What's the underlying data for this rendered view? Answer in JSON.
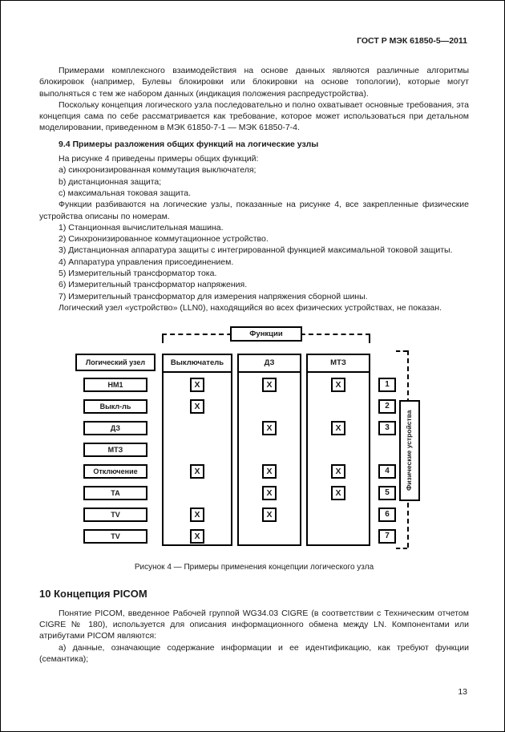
{
  "header": {
    "standard": "ГОСТ Р МЭК 61850-5—2011"
  },
  "paragraphs": {
    "p1": "Примерами комплексного взаимодействия на основе данных являются различные алгоритмы блокировок (например, Булевы блокировки или блокировки на основе топологии), которые могут выполняться с тем же набором данных (индикация положения распредустройства).",
    "p2": "Поскольку концепция логического узла последовательно и полно охватывает основные требования, эта концепция сама по себе рассматривается как требование, которое может использоваться при детальном моделировании, приведенном в МЭК 61850-7-1 — МЭК 61850-7-4.",
    "h94": "9.4 Примеры разложения общих функций на логические узлы",
    "p3": "На рисунке 4 приведены примеры общих функций:",
    "list_abc": [
      "a) синхронизированная коммутация выключателя;",
      "b) дистанционная защита;",
      "c) максимальная токовая защита."
    ],
    "p4": "Функции разбиваются на логические узлы, показанные на рисунке 4, все закрепленные физические устройства описаны по номерам.",
    "list_num": [
      "1) Станционная вычислительная машина.",
      "2) Синхронизированное коммутационное устройство.",
      "3) Дистанционная аппаратура защиты с интегрированной функцией максимальной токовой защиты.",
      "4) Аппаратура управления присоединением.",
      "5) Измерительный трансформатор тока.",
      "6) Измерительный трансформатор напряжения.",
      "7) Измерительный трансформатор для измерения напряжения сборной шины."
    ],
    "p5": "Логический узел «устройство» (LLN0), находящийся во всех физических устройствах, не показан."
  },
  "figure": {
    "functions_label": "Функции",
    "logical_node_header": "Логический узел",
    "columns": [
      "Выключатель",
      "ДЗ",
      "МТЗ"
    ],
    "physical_devices_label": "Физические устройства",
    "rows": [
      {
        "label": "НМ1",
        "marks": [
          "X",
          "X",
          "X"
        ],
        "device": "1"
      },
      {
        "label": "Выкл-ль",
        "marks": [
          "X",
          "",
          ""
        ],
        "device": "2"
      },
      {
        "label": "ДЗ",
        "marks": [
          "",
          "X",
          "X"
        ],
        "device": "3"
      },
      {
        "label": "МТЗ",
        "marks": [
          "",
          "",
          ""
        ],
        "device": ""
      },
      {
        "label": "Отключение",
        "marks": [
          "X",
          "X",
          "X"
        ],
        "device": "4"
      },
      {
        "label": "ТА",
        "marks": [
          "",
          "X",
          "X"
        ],
        "device": "5"
      },
      {
        "label": "TV",
        "marks": [
          "X",
          "X",
          ""
        ],
        "device": "6"
      },
      {
        "label": "TV",
        "marks": [
          "X",
          "",
          ""
        ],
        "device": "7"
      }
    ],
    "caption": "Рисунок 4 — Примеры применения концепции логического узла"
  },
  "section10": {
    "title": "10 Концепция PICOM",
    "p1": "Понятие PICOM, введенное Рабочей группой WG34.03 CIGRE (в соответствии с Техническим отчетом CIGRE № 180), используется для описания информационного обмена между LN. Компонентами или атрибутами PICOM являются:",
    "item_a": "а) данные, означающие содержание информации и ее идентификацию, как требуют функции (семантика);"
  },
  "page_number": "13"
}
